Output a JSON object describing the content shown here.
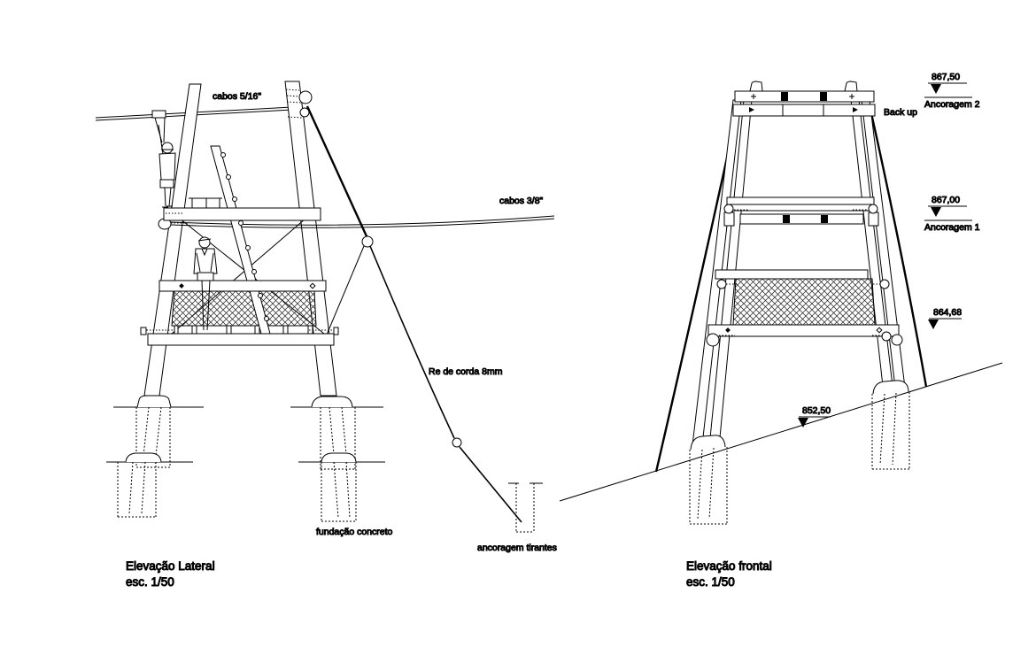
{
  "drawing": {
    "type": "technical elevation drawing",
    "colors": {
      "line": "#000000",
      "background": "#ffffff"
    }
  },
  "lateral": {
    "title": "Elevação Lateral",
    "scale": "esc. 1/50",
    "labels": {
      "cable_top": "cabos 5/16\"",
      "cable_mid": "cabos 3/8\"",
      "rope_net": "Re de corda 8mm",
      "foundation": "fundação concreto",
      "tie_anchor": "ancoragem tirantes"
    }
  },
  "frontal": {
    "title": "Elevação frontal",
    "scale": "esc. 1/50",
    "backup_label": "Back up",
    "markers": [
      {
        "value": "867,50",
        "label": "Ancoragem 2"
      },
      {
        "value": "867,00",
        "label": "Ancoragem 1"
      },
      {
        "value": "864,68",
        "label": null
      },
      {
        "value": "852,50",
        "label": null
      }
    ]
  }
}
